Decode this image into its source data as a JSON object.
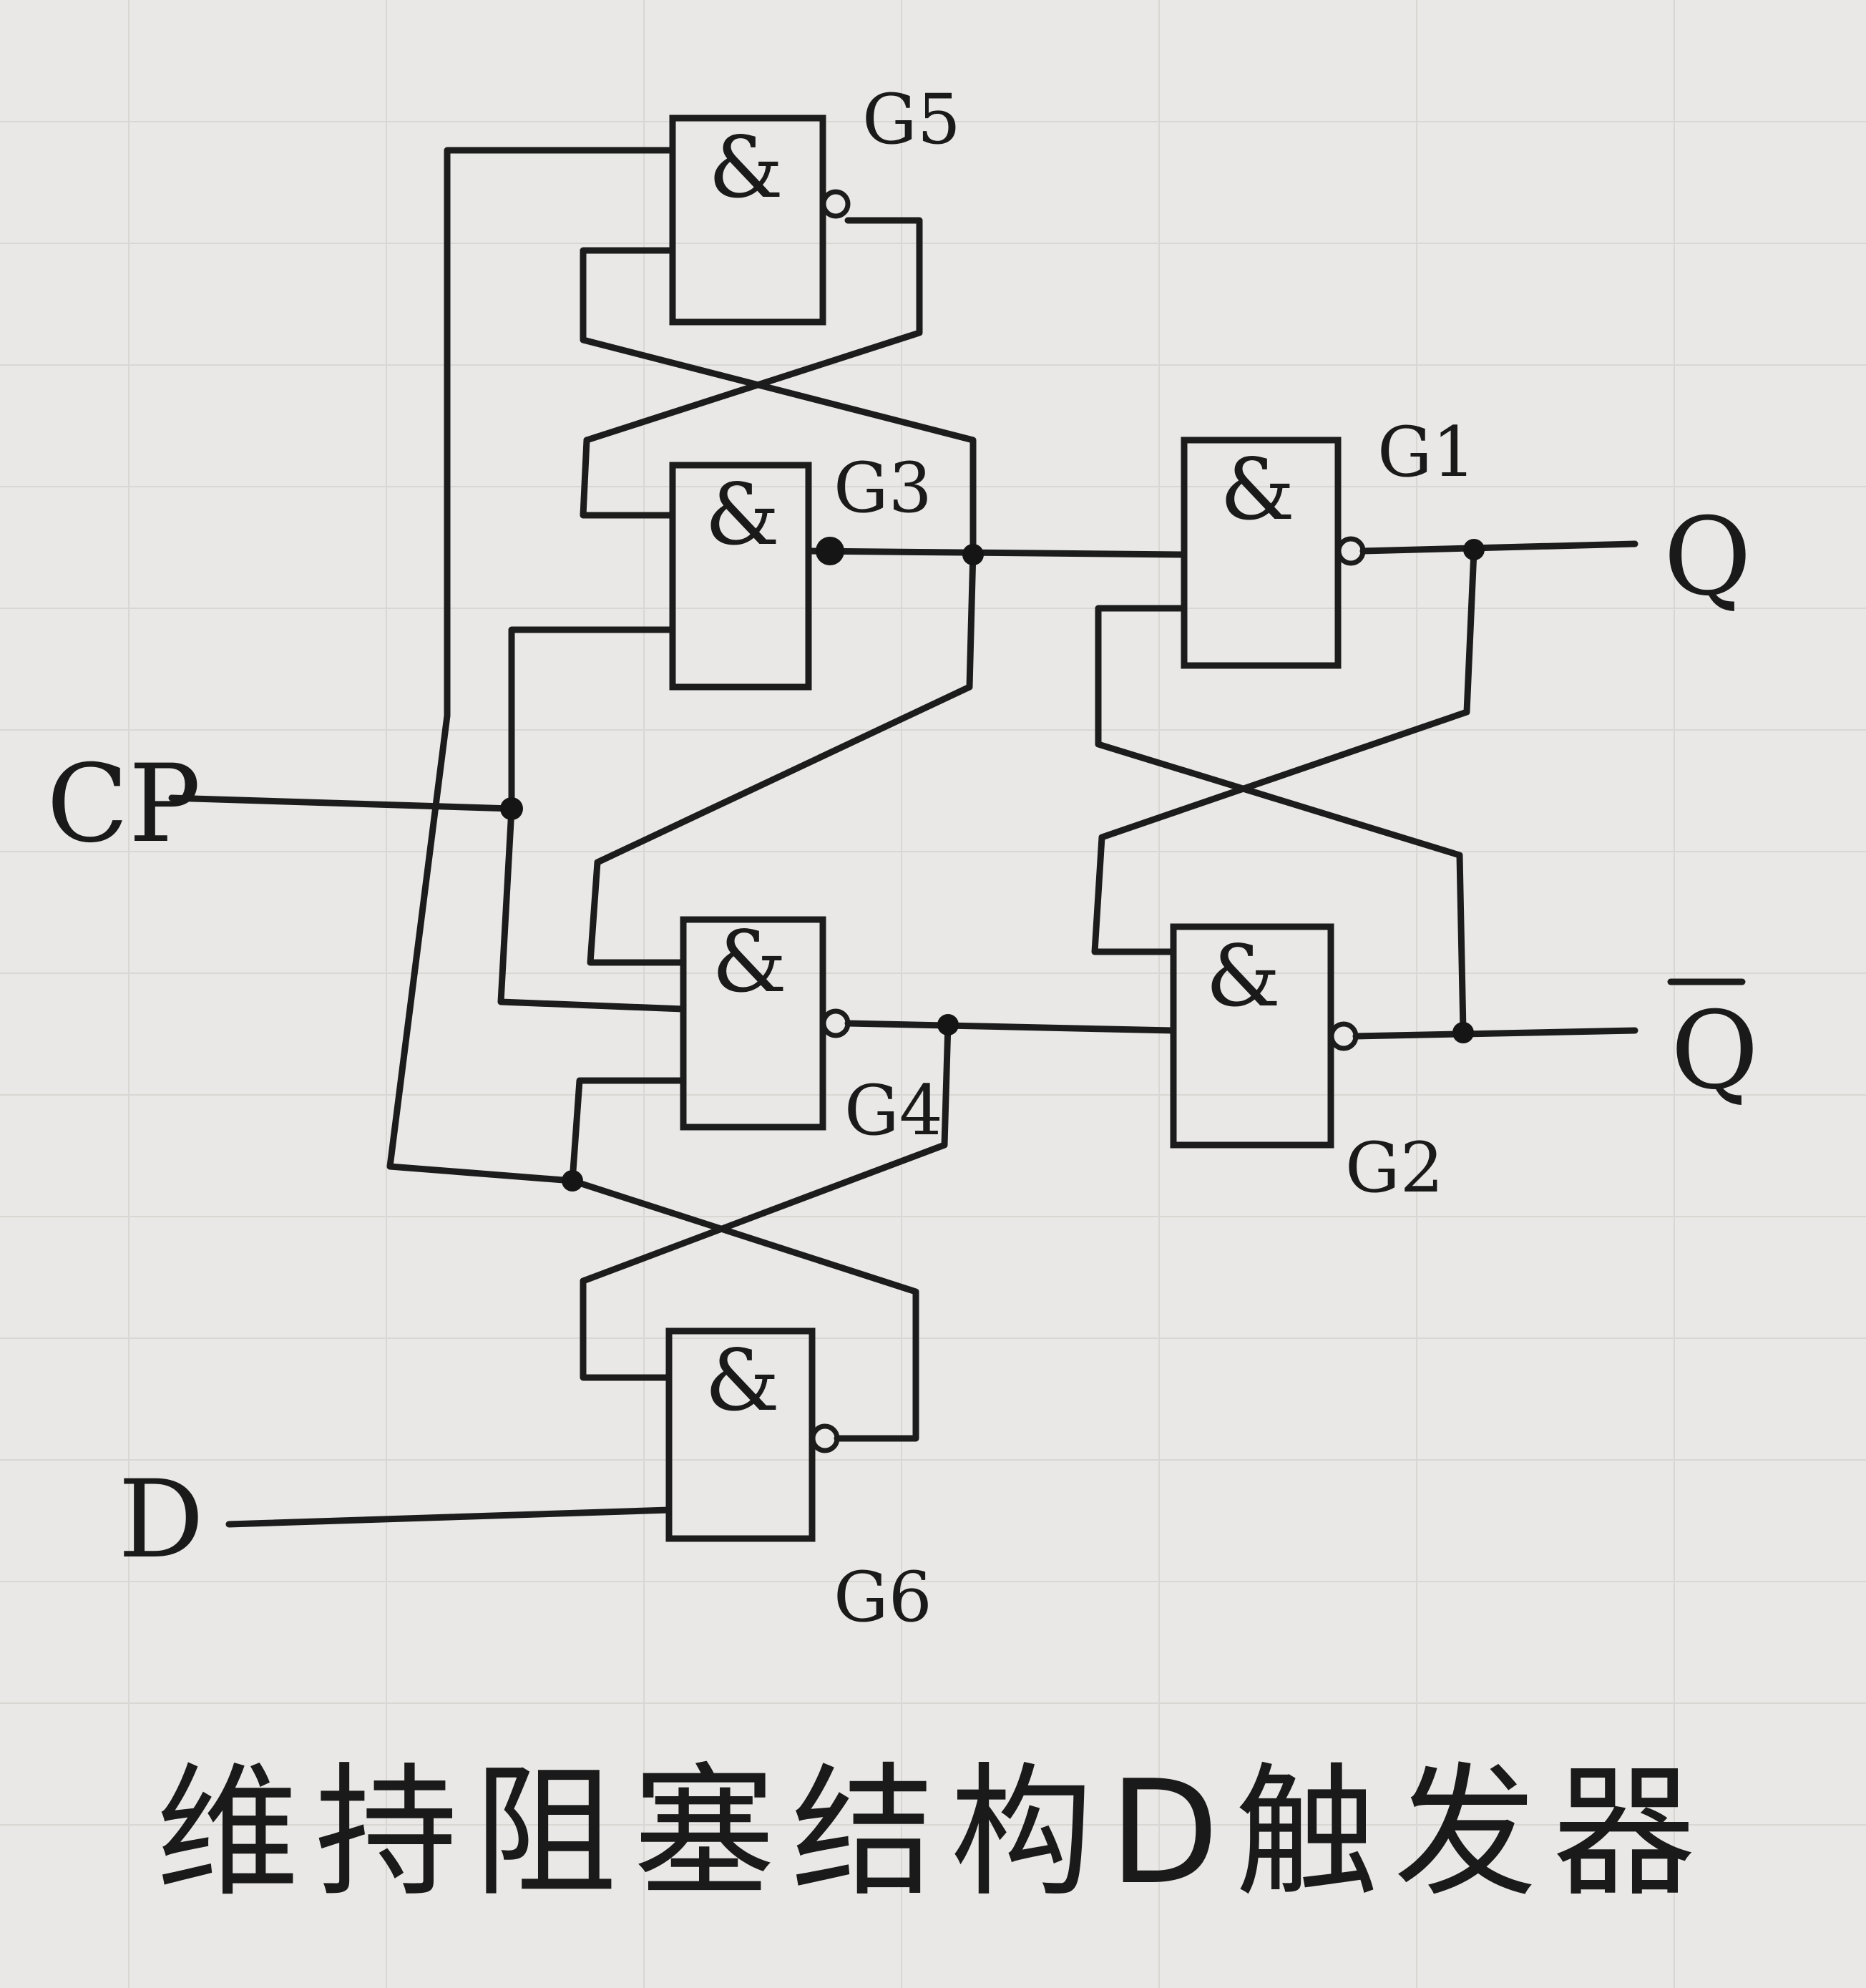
{
  "diagram": {
    "gate_symbol": "&",
    "gates": {
      "g1": "G1",
      "g2": "G2",
      "g3": "G3",
      "g4": "G4",
      "g5": "G5",
      "g6": "G6"
    },
    "inputs": {
      "cp": "CP",
      "d": "D"
    },
    "outputs": {
      "q": "Q",
      "qbar": "Q"
    },
    "caption": "维持阻塞结构D触发器"
  }
}
